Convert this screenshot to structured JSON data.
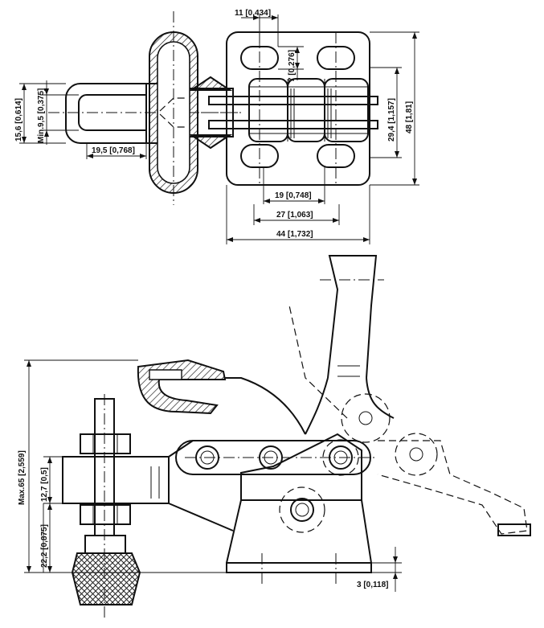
{
  "dimensions": {
    "top_view": {
      "d11": "11 [0,434]",
      "d7": "7 [0,276]",
      "d15": "15,6 [0,614]",
      "dmin9": "Min.9,5 [0,375]",
      "d19_5": "19,5 [0,768]",
      "d29": "29,4 [1,157]",
      "d48": "48 [1,81]",
      "d19": "19 [0,748]",
      "d27": "27 [1,063]",
      "d44": "44 [1,732]"
    },
    "side_view": {
      "dmax65": "Max.65 [2,559]",
      "d12": "12,7 [0,5]",
      "d22": "22,2 [0,875]",
      "d3": "3 [0,118]"
    }
  }
}
